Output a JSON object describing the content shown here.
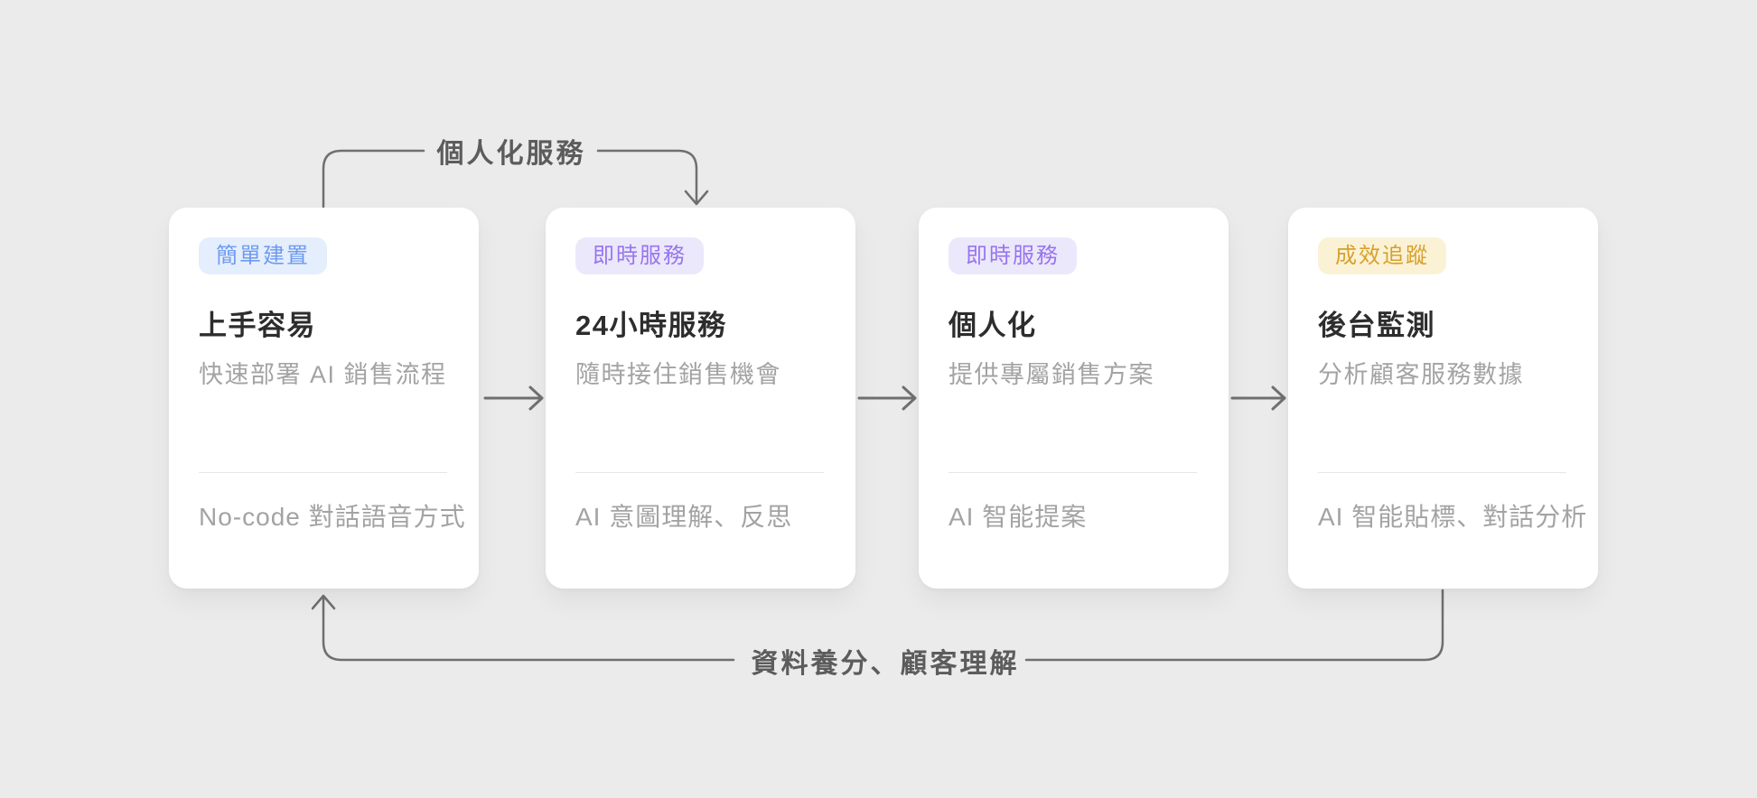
{
  "page": {
    "background": "#ebebeb",
    "type": "process-flow-diagram"
  },
  "connectors": {
    "top": {
      "label": "個人化服務",
      "from": "card-1",
      "to": "card-2",
      "direction": "forward"
    },
    "bottom": {
      "label": "資料養分、顧客理解",
      "from": "card-4",
      "to": "card-1",
      "direction": "feedback"
    }
  },
  "cards": [
    {
      "badge": "簡單建置",
      "badge_color": "blue",
      "title": "上手容易",
      "subtitle": "快速部署 AI 銷售流程",
      "footer": "No-code 對話語音方式"
    },
    {
      "badge": "即時服務",
      "badge_color": "purple",
      "title": "24小時服務",
      "subtitle": "隨時接住銷售機會",
      "footer": "AI 意圖理解、反思"
    },
    {
      "badge": "即時服務",
      "badge_color": "purple",
      "title": "個人化",
      "subtitle": "提供專屬銷售方案",
      "footer": "AI 智能提案"
    },
    {
      "badge": "成效追蹤",
      "badge_color": "amber",
      "title": "後台監測",
      "subtitle": "分析顧客服務數據",
      "footer": "AI 智能貼標、對話分析"
    }
  ],
  "colors": {
    "page_bg": "#ebebeb",
    "card_bg": "#ffffff",
    "badge_blue_bg": "#e4eefc",
    "badge_blue_text": "#6f9bf0",
    "badge_purple_bg": "#ece8fb",
    "badge_purple_text": "#9775ee",
    "badge_amber_bg": "#fbf2d6",
    "badge_amber_text": "#d8a02b",
    "title_text": "#2d2d2d",
    "muted_text": "#a3a3a3",
    "divider": "#e6e6e6",
    "arrow": "#6f6f6f",
    "connector_label_text": "#5c5c5c"
  }
}
